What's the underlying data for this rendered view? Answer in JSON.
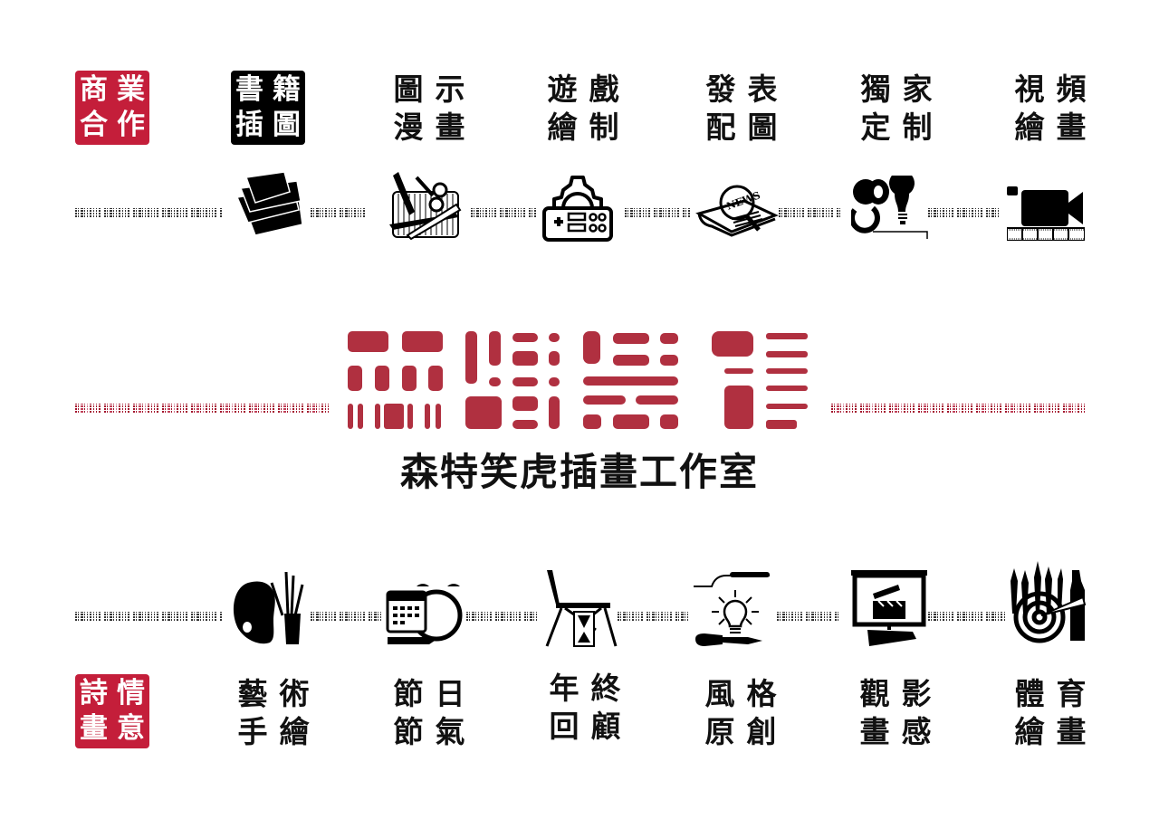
{
  "colors": {
    "brand_red": "#c41e3a",
    "logo_red": "#b03040",
    "ink": "#111111",
    "background": "#ffffff"
  },
  "brand": {
    "title": "森特笑虎插畫工作室",
    "logo_icon": "seal-logo-icon"
  },
  "top_row": [
    {
      "id": "commercial",
      "chars": [
        "商",
        "業",
        "合",
        "作"
      ],
      "style": "red-badge",
      "icon": null
    },
    {
      "id": "book-illustration",
      "chars": [
        "書",
        "籍",
        "插",
        "圖"
      ],
      "style": "black-badge",
      "icon": "books-icon"
    },
    {
      "id": "comic",
      "chars": [
        "圖",
        "示",
        "漫",
        "畫"
      ],
      "style": "plain",
      "icon": "art-tools-icon"
    },
    {
      "id": "game-art",
      "chars": [
        "遊",
        "戲",
        "繪",
        "制"
      ],
      "style": "plain",
      "icon": "gamepad-gear-icon"
    },
    {
      "id": "publication",
      "chars": [
        "發",
        "表",
        "配",
        "圖"
      ],
      "style": "plain",
      "icon": "newspaper-magnifier-icon"
    },
    {
      "id": "custom",
      "chars": [
        "獨",
        "家",
        "定",
        "制"
      ],
      "style": "plain",
      "icon": "tape-measure-bulb-icon"
    },
    {
      "id": "video",
      "chars": [
        "視",
        "頻",
        "繪",
        "畫"
      ],
      "style": "plain",
      "icon": "video-camera-icon"
    }
  ],
  "bottom_row": [
    {
      "id": "poetic",
      "chars": [
        "詩",
        "情",
        "畫",
        "意"
      ],
      "style": "red-badge",
      "icon": null
    },
    {
      "id": "handpainted",
      "chars": [
        "藝",
        "術",
        "手",
        "繪"
      ],
      "style": "plain",
      "icon": "palette-brushes-icon"
    },
    {
      "id": "festival",
      "chars": [
        "節",
        "日",
        "節",
        "氣"
      ],
      "style": "plain",
      "icon": "calendar-clock-icon"
    },
    {
      "id": "year-review",
      "chars": [
        "年",
        "終",
        "回",
        "顧"
      ],
      "style": "plain",
      "icon": "chair-hourglass-icon"
    },
    {
      "id": "original-style",
      "chars": [
        "風",
        "格",
        "原",
        "創"
      ],
      "style": "plain",
      "icon": "lightbulb-pen-icon"
    },
    {
      "id": "film",
      "chars": [
        "觀",
        "影",
        "畫",
        "感"
      ],
      "style": "plain",
      "icon": "screen-clapper-icon"
    },
    {
      "id": "sports",
      "chars": [
        "體",
        "育",
        "繪",
        "畫"
      ],
      "style": "plain",
      "icon": "brushes-target-icon"
    }
  ]
}
